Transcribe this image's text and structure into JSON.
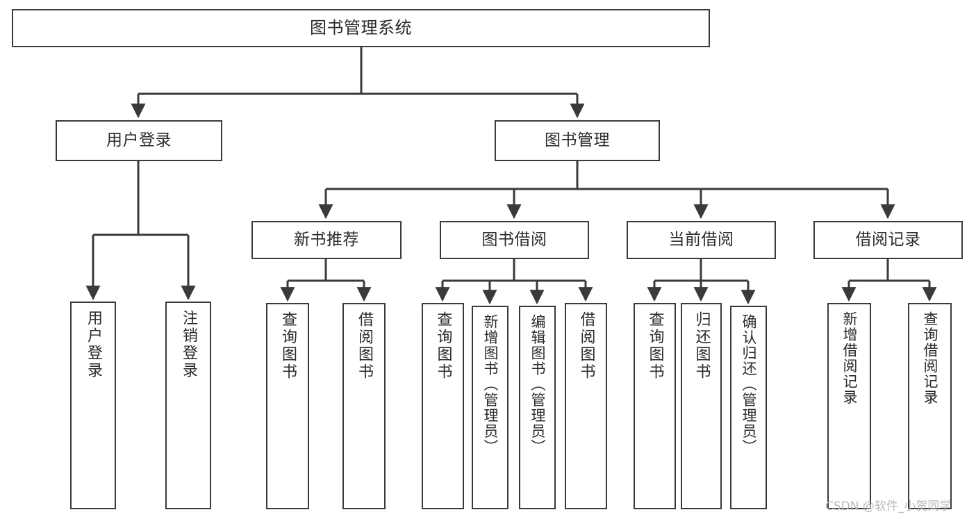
{
  "diagram": {
    "title": "图书管理系统",
    "type": "tree",
    "colors": {
      "background": "#ffffff",
      "box_border": "#3a3a3a",
      "box_fill": "#ffffff",
      "text": "#2b2b2b",
      "connector": "#3a3a3a",
      "watermark": "#b9b9b9"
    },
    "watermark": "CSDN @软件_小贺同学",
    "root": {
      "label": "图书管理系统"
    },
    "level1": [
      {
        "label": "用户登录"
      },
      {
        "label": "图书管理"
      }
    ],
    "level2": [
      {
        "label": "新书推荐"
      },
      {
        "label": "图书借阅"
      },
      {
        "label": "当前借阅"
      },
      {
        "label": "借阅记录"
      }
    ],
    "leaves": {
      "user_login": [
        {
          "label": "用户登录"
        },
        {
          "label": "注销登录"
        }
      ],
      "new_book_recommend": [
        {
          "label": "查询图书"
        },
        {
          "label": "借阅图书"
        }
      ],
      "book_borrow": [
        {
          "label": "查询图书"
        },
        {
          "label": "新增图书（管理员）"
        },
        {
          "label": "编辑图书（管理员）"
        },
        {
          "label": "借阅图书"
        }
      ],
      "current_borrow": [
        {
          "label": "查询图书"
        },
        {
          "label": "归还图书"
        },
        {
          "label": "确认归还（管理员）"
        }
      ],
      "borrow_record": [
        {
          "label": "新增借阅记录"
        },
        {
          "label": "查询借阅记录"
        }
      ]
    }
  }
}
